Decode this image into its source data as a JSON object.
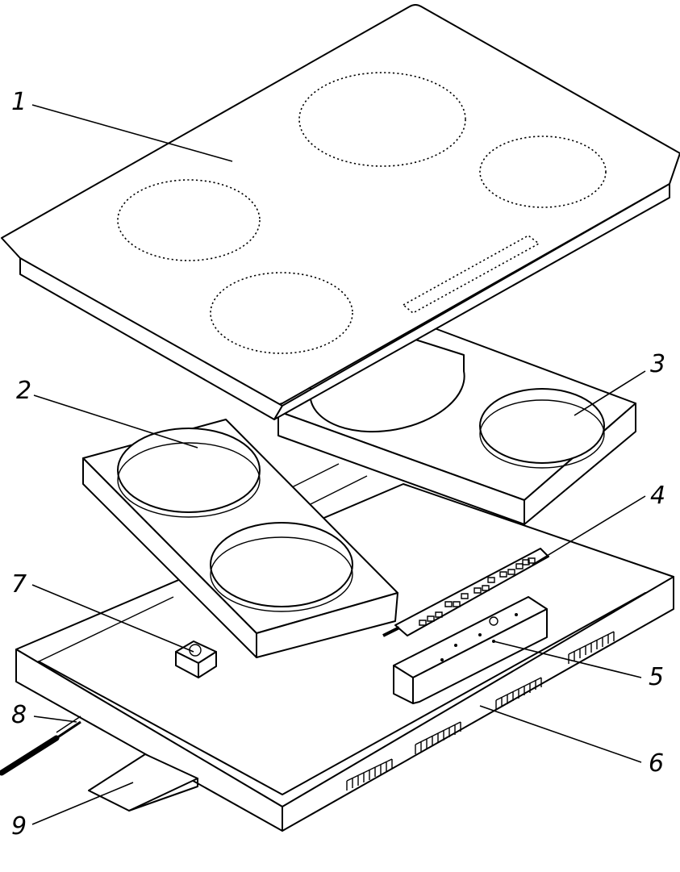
{
  "callouts": [
    {
      "n": "1",
      "part": "ceramic glass top"
    },
    {
      "n": "2",
      "part": "heating zones left"
    },
    {
      "n": "3",
      "part": "heating zones right"
    },
    {
      "n": "4",
      "part": "control board"
    },
    {
      "n": "5",
      "part": "board bracket"
    },
    {
      "n": "6",
      "part": "base housing"
    },
    {
      "n": "7",
      "part": "terminal block"
    },
    {
      "n": "8",
      "part": "power cable"
    },
    {
      "n": "9",
      "part": "cable clamp"
    }
  ],
  "colors": {
    "line": "#000000",
    "background": "#ffffff"
  }
}
